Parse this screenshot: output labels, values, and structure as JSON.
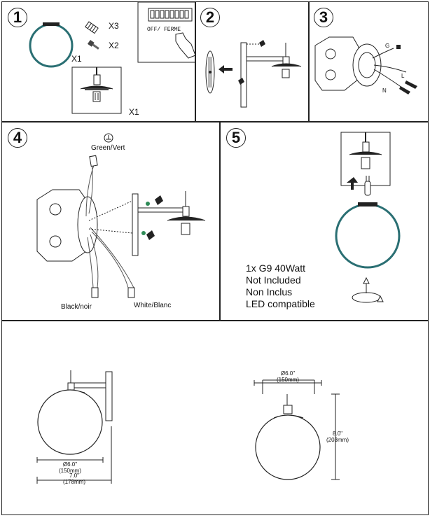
{
  "steps": {
    "s1": {
      "number": "1",
      "counts": {
        "caps": "X3",
        "screws": "X2",
        "globe": "X1",
        "body": "X1"
      },
      "switch_label": "OFF/ FERME"
    },
    "s2": {
      "number": "2"
    },
    "s3": {
      "number": "3",
      "wire_labels": {
        "ground": "G",
        "line": "L",
        "neutral": "N"
      }
    },
    "s4": {
      "number": "4",
      "ground_label": "Green/Vert",
      "black_label": "Black/noir",
      "white_label": "White/Blanc"
    },
    "s5": {
      "number": "5",
      "bulb_lines": [
        "1x G9 40Watt",
        "Not Included",
        "Non Inclus",
        "LED compatible"
      ]
    }
  },
  "dimensions": {
    "side": {
      "diameter_in": "Ø6.0\"",
      "diameter_mm": "(150mm)",
      "depth_in": "7.0\"",
      "depth_mm": "(178mm)"
    },
    "front": {
      "diameter_in": "Ø6.0\"",
      "diameter_mm": "(150mm)",
      "height_in": "8.0\"",
      "height_mm": "(203mm)"
    }
  }
}
